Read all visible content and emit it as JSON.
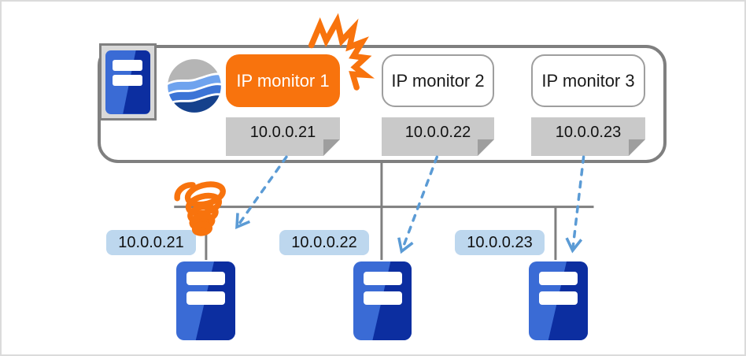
{
  "diagram": {
    "appliance": {
      "monitors": [
        {
          "label": "IP monitor 1",
          "ip": "10.0.0.21",
          "state": "alarm"
        },
        {
          "label": "IP monitor 2",
          "ip": "10.0.0.22",
          "state": "normal"
        },
        {
          "label": "IP monitor 3",
          "ip": "10.0.0.23",
          "state": "normal"
        }
      ],
      "icons": [
        "server-icon",
        "globe-waves-icon"
      ]
    },
    "alert_icons": [
      "crash-spark-icon",
      "broken-link-coil-icon"
    ],
    "servers": [
      {
        "ip": "10.0.0.21"
      },
      {
        "ip": "10.0.0.22"
      },
      {
        "ip": "10.0.0.23"
      }
    ],
    "colors": {
      "alert_orange": "#F8730D",
      "arrow_blue": "#5B9BD5",
      "line_gray": "#7F7F7F",
      "container_border": "#7F7F7F",
      "note_gray": "#C9C9C9",
      "note_fold": "#9E9E9E",
      "label_blue": "#BDD7EE",
      "server_blue": "#3A6BD5",
      "server_blue_dark": "#0C2EA0",
      "monitor_border": "#9E9E9E",
      "box_gray": "#D9D9D9"
    }
  }
}
